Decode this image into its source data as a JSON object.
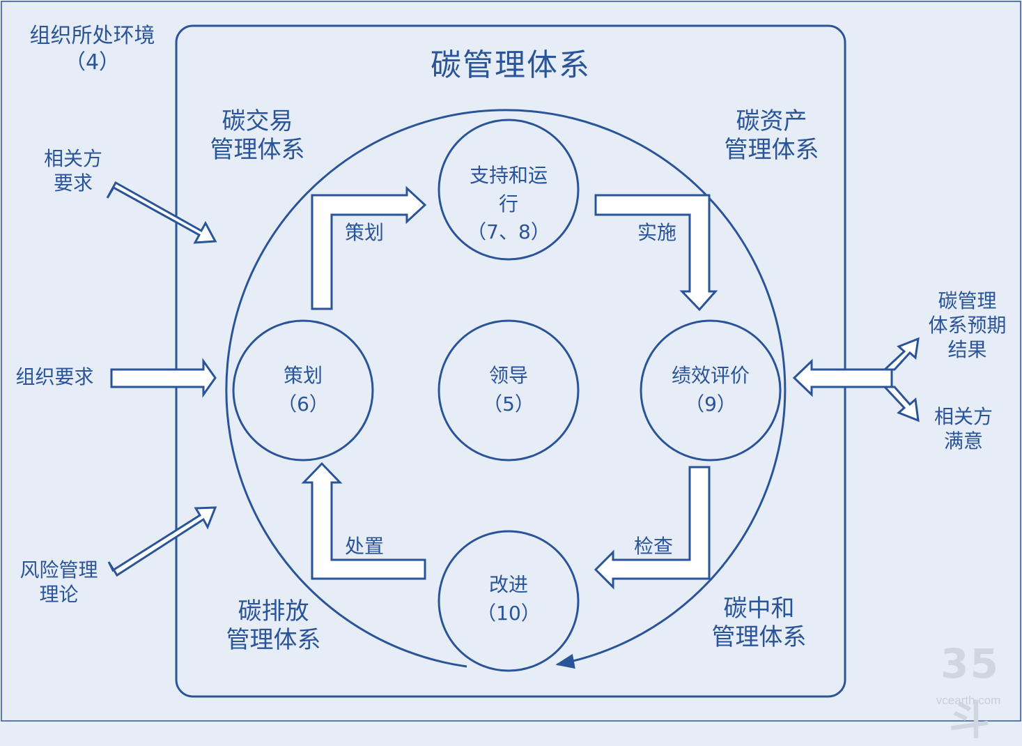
{
  "title": "碳管理体系",
  "environment": {
    "line1": "组织所处环境",
    "line2": "（4）"
  },
  "quadrants": {
    "trade": [
      "碳交易",
      "管理体系"
    ],
    "asset": [
      "碳资产",
      "管理体系"
    ],
    "emission": [
      "碳排放",
      "管理体系"
    ],
    "neutral": [
      "碳中和",
      "管理体系"
    ]
  },
  "nodes": {
    "support": [
      "支持和运",
      "行",
      "（7、8）"
    ],
    "plan": [
      "策划",
      "（6）"
    ],
    "lead": [
      "领导",
      "（5）"
    ],
    "eval": [
      "绩效评价",
      "（9）"
    ],
    "improve": [
      "改进",
      "（10）"
    ]
  },
  "flows": {
    "plan": "策划",
    "implement": "实施",
    "check": "检查",
    "act": "处置"
  },
  "inputs": {
    "stakeholder": [
      "相关方",
      "要求"
    ],
    "org": "组织要求",
    "risk": [
      "风险管理",
      "理论"
    ]
  },
  "outputs": {
    "expected": [
      "碳管理",
      "体系预期",
      "结果"
    ],
    "satisfaction": [
      "相关方",
      "满意"
    ]
  },
  "watermark": {
    "num": "35斗",
    "url": "vcearth.com"
  },
  "colors": {
    "line": "#2a5499",
    "background": "#e6edf7",
    "fill": "#ffffff"
  }
}
